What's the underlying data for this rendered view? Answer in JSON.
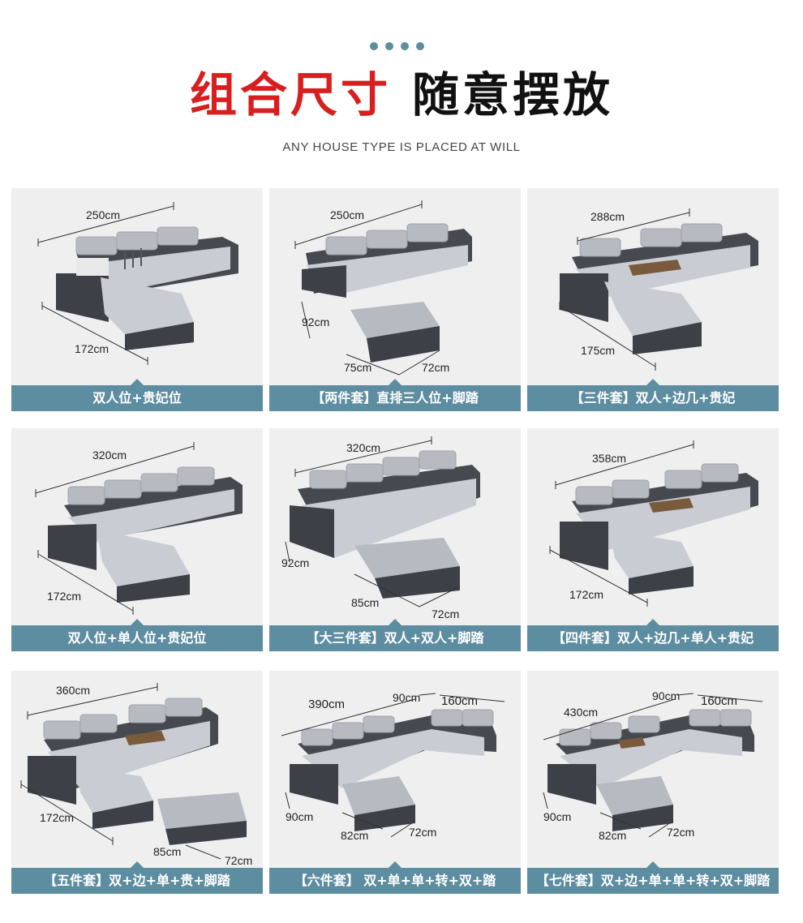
{
  "header": {
    "title_red": "组合尺寸",
    "title_black": "随意摆放",
    "subtitle": "ANY HOUSE TYPE IS PLACED AT WILL"
  },
  "colors": {
    "accent": "#5d8da1",
    "title_red": "#d81e1e"
  },
  "cards": [
    {
      "label": "双人位+贵妃位",
      "dims": [
        "250cm",
        "172cm"
      ]
    },
    {
      "label": "【两件套】直排三人位+脚踏",
      "dims": [
        "250cm",
        "92cm",
        "75cm",
        "72cm"
      ]
    },
    {
      "label": "【三件套】双人+边几+贵妃",
      "dims": [
        "288cm",
        "175cm"
      ]
    },
    {
      "label": "双人位+单人位+贵妃位",
      "dims": [
        "320cm",
        "172cm"
      ]
    },
    {
      "label": "【大三件套】双人+双人+脚踏",
      "dims": [
        "320cm",
        "92cm",
        "85cm",
        "72cm"
      ]
    },
    {
      "label": "【四件套】双人+边几+单人+贵妃",
      "dims": [
        "358cm",
        "172cm"
      ]
    },
    {
      "label": "【五件套】双+边+单+贵+脚踏",
      "dims": [
        "360cm",
        "172cm",
        "85cm",
        "72cm"
      ]
    },
    {
      "label": "【六件套】 双+单+单+转+双+踏",
      "dims": [
        "390cm",
        "90cm",
        "160cm",
        "90cm",
        "82cm",
        "72cm"
      ]
    },
    {
      "label": "【七件套】双+边+单+单+转+双+脚踏",
      "dims": [
        "430cm",
        "90cm",
        "160cm",
        "90cm",
        "82cm",
        "72cm"
      ]
    }
  ]
}
